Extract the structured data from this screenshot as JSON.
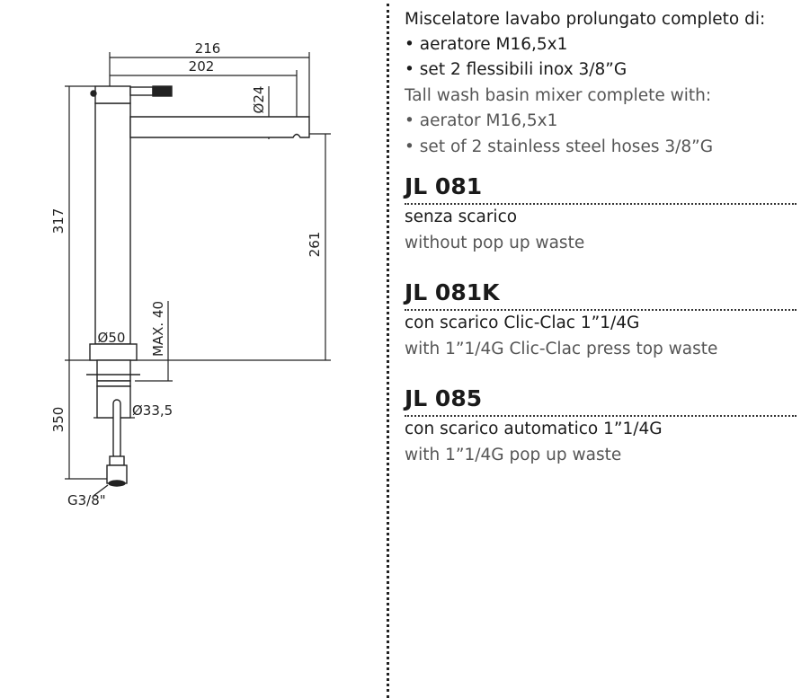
{
  "drawing": {
    "dim_216": "216",
    "dim_202": "202",
    "dim_d24": "Ø24",
    "dim_317": "317",
    "dim_261": "261",
    "dim_d50": "Ø50",
    "dim_max40": "MAX. 40",
    "dim_350": "350",
    "dim_d33": "Ø33,5",
    "dim_g38": "G3/8\""
  },
  "description": {
    "it_title": "Miscelatore lavabo prolungato completo di:",
    "it_items": [
      "• aeratore M16,5x1",
      "• set 2 flessibili inox 3/8”G"
    ],
    "en_title": "Tall wash basin mixer complete with:",
    "en_items": [
      "• aerator M16,5x1",
      "• set of 2 stainless steel hoses 3/8”G"
    ]
  },
  "variants": [
    {
      "code": "JL 081",
      "it": "senza scarico",
      "en": "without pop up waste"
    },
    {
      "code": "JL 081K",
      "it": "con scarico Clic-Clac 1”1/4G",
      "en": "with 1”1/4G Clic-Clac press top waste"
    },
    {
      "code": "JL 085",
      "it": "con scarico automatico 1”1/4G",
      "en": "with 1”1/4G pop up waste"
    }
  ]
}
